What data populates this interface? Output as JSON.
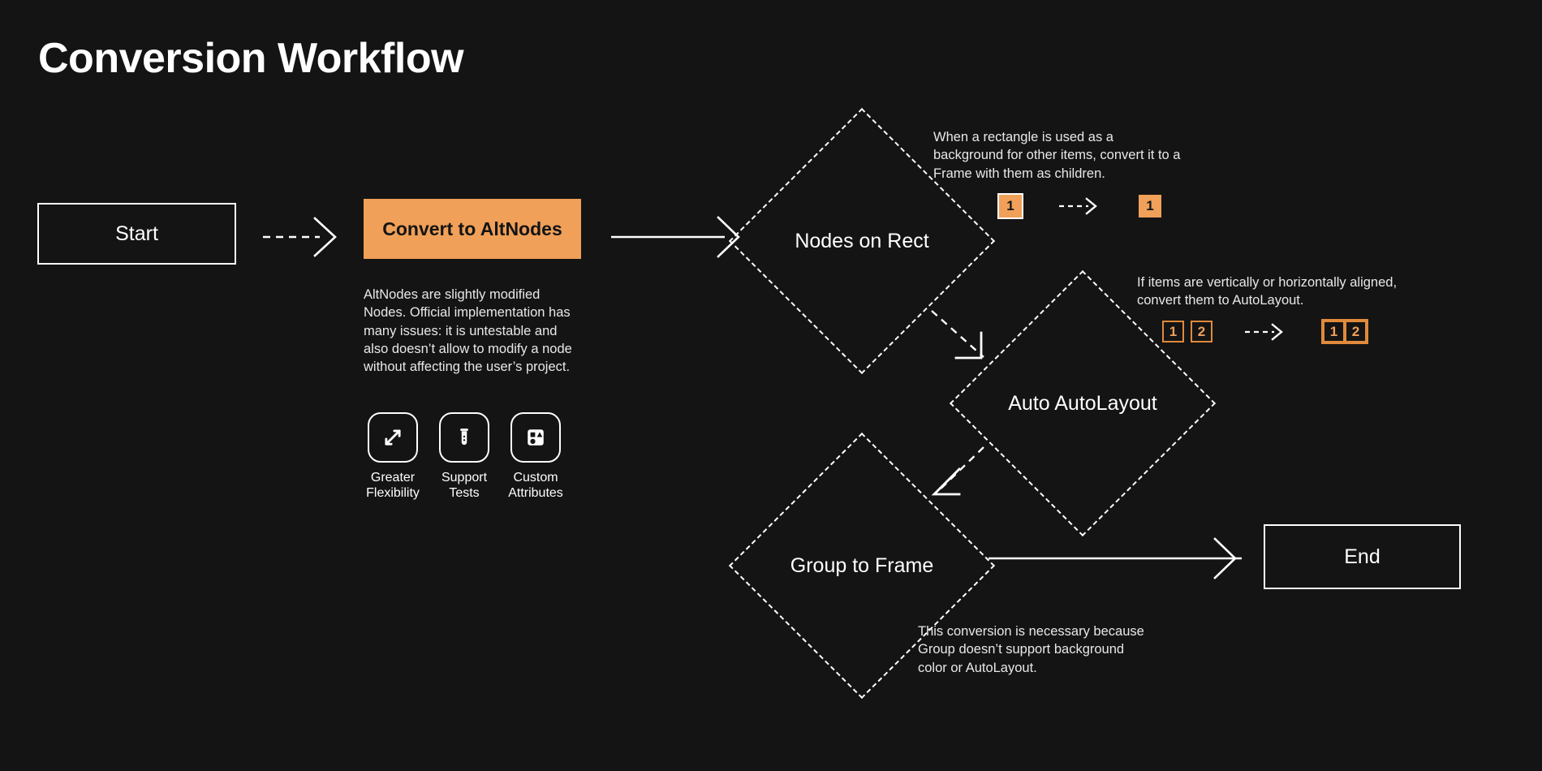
{
  "page": {
    "title": "Conversion Workflow",
    "background": "#141414",
    "accent": "#f0a058",
    "text_color": "#ffffff"
  },
  "nodes": {
    "start": {
      "label": "Start",
      "shape": "rectangle"
    },
    "convert": {
      "label": "Convert to AltNodes",
      "shape": "rectangle",
      "fill": "#f0a058"
    },
    "nodes_on_rect": {
      "label": "Nodes on Rect",
      "shape": "diamond"
    },
    "auto_autolayout": {
      "label": "Auto AutoLayout",
      "shape": "diamond"
    },
    "group_to_frame": {
      "label": "Group to Frame",
      "shape": "diamond"
    },
    "end": {
      "label": "End",
      "shape": "rectangle"
    }
  },
  "convert_description": "AltNodes are slightly modified Nodes. Official implementation has many issues: it is untestable and also doesn’t allow to modify a node without affecting the user’s project.",
  "features": [
    {
      "icon": "expand-arrows-icon",
      "label": "Greater\nFlexibility"
    },
    {
      "icon": "test-tube-icon",
      "label": "Support\nTests"
    },
    {
      "icon": "shapes-icon",
      "label": "Custom\nAttributes"
    }
  ],
  "annotations": {
    "nodes_on_rect": {
      "text": "When a rectangle is used as a background for other items, convert it to a Frame with them as children.",
      "before": [
        {
          "label": "1",
          "style": "solid-bordered"
        }
      ],
      "after": [
        {
          "label": "1",
          "style": "solid"
        }
      ]
    },
    "auto_autolayout": {
      "text": "If items are vertically or horizontally aligned, convert them to AutoLayout.",
      "before": [
        {
          "label": "1",
          "style": "outline"
        },
        {
          "label": "2",
          "style": "outline"
        }
      ],
      "after": [
        {
          "label": "1",
          "style": "outline"
        },
        {
          "label": "2",
          "style": "outline"
        }
      ],
      "after_framed": true
    },
    "group_to_frame": {
      "text": "This conversion is necessary because Group doesn’t support background color or AutoLayout."
    }
  },
  "edges": [
    {
      "from": "start",
      "to": "convert",
      "style": "dashed"
    },
    {
      "from": "convert",
      "to": "nodes_on_rect",
      "style": "solid"
    },
    {
      "from": "nodes_on_rect",
      "to": "auto_autolayout",
      "style": "dashed-elbow"
    },
    {
      "from": "auto_autolayout",
      "to": "group_to_frame",
      "style": "dashed-elbow"
    },
    {
      "from": "group_to_frame",
      "to": "end",
      "style": "solid"
    }
  ]
}
